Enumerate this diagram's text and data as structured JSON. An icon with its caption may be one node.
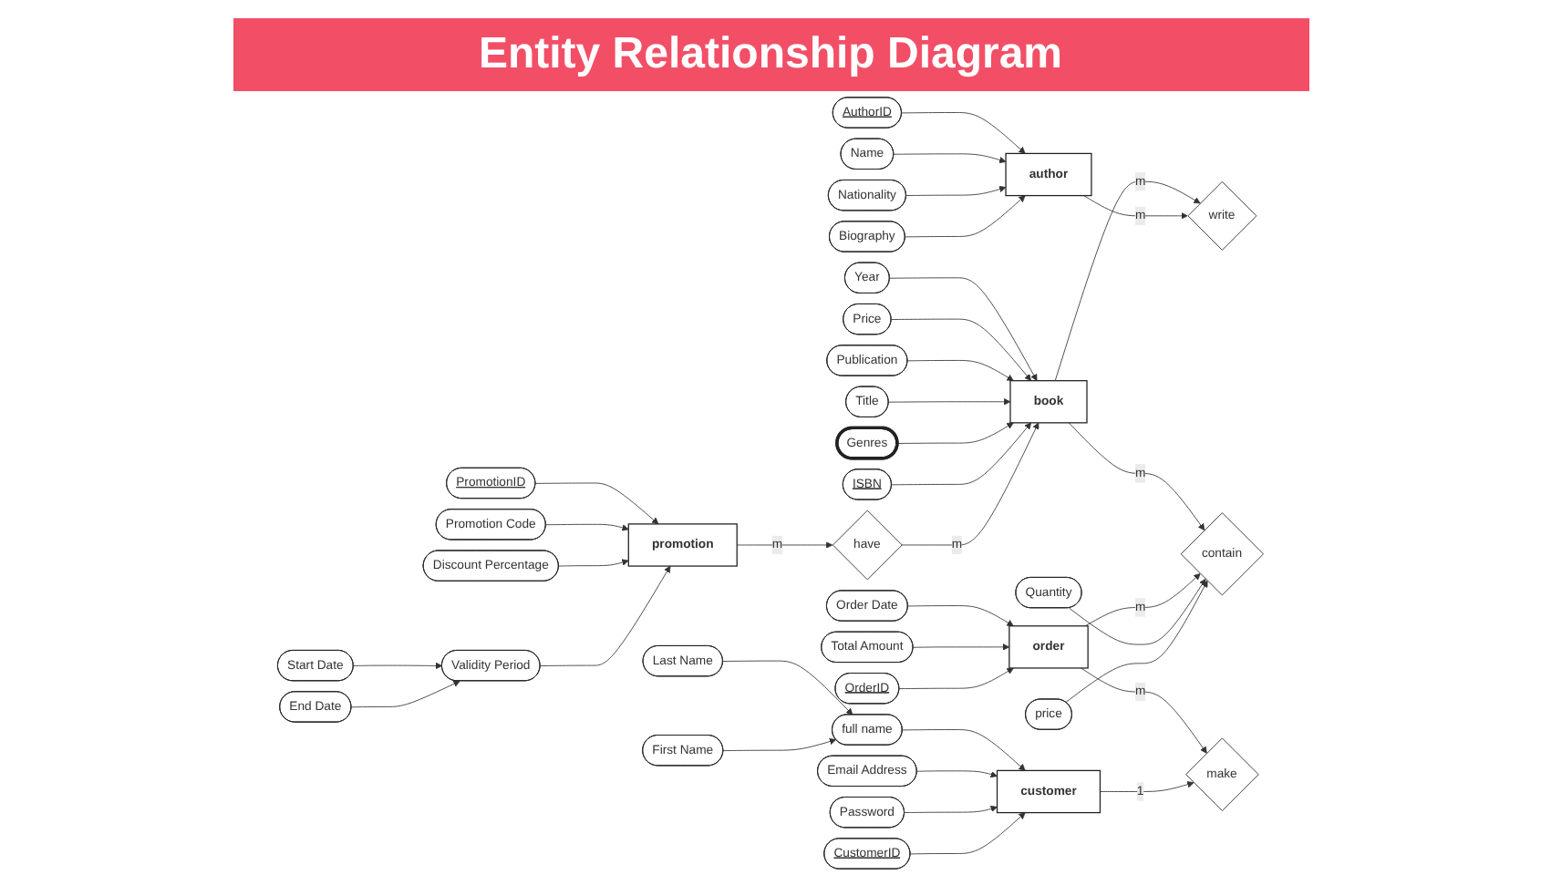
{
  "diagram": {
    "title": "Entity Relationship Diagram",
    "nodes": [
      {
        "text": [
          "Order Date"
        ]
      },
      {
        "text": [
          "Total Amount"
        ]
      },
      {
        "text": [
          "OrderID"
        ]
      },
      {
        "text": [
          "order"
        ]
      },
      {
        "text": [
          "Year"
        ]
      },
      {
        "text": [
          "Price"
        ]
      },
      {
        "text": [
          "Publication"
        ]
      },
      {
        "text": [
          "Title"
        ]
      },
      {
        "text": [
          "Genres"
        ]
      },
      {
        "text": [
          "contain"
        ]
      },
      {
        "text": [
          "make"
        ]
      },
      {
        "text": [
          "CustomerID"
        ]
      },
      {
        "text": [
          "Password"
        ]
      },
      {
        "text": [
          "ISBN"
        ]
      },
      {
        "text": [
          "book"
        ]
      },
      {
        "text": [
          "Email Address"
        ]
      },
      {
        "text": [
          "Quantity"
        ]
      },
      {
        "text": [
          "price"
        ]
      },
      {
        "text": [
          "customer"
        ]
      },
      {
        "text": [
          "full name"
        ]
      },
      {
        "text": [
          "write"
        ]
      },
      {
        "text": [
          "have"
        ]
      },
      {
        "text": [
          "PromotionID"
        ]
      },
      {
        "text": [
          "Promotion Code"
        ]
      },
      {
        "text": [
          "Last Name"
        ]
      },
      {
        "text": [
          "First Name"
        ]
      },
      {
        "text": [
          "Discount Percentage"
        ]
      },
      {
        "text": [
          "promotion"
        ]
      },
      {
        "text": [
          "author"
        ]
      },
      {
        "text": [
          "Biography"
        ]
      },
      {
        "text": [
          "Validity Period"
        ]
      },
      {
        "text": [
          "AuthorID"
        ]
      },
      {
        "text": [
          "Nationality"
        ]
      },
      {
        "text": [
          "Name"
        ]
      },
      {
        "text": [
          "Start Date"
        ]
      },
      {
        "text": [
          "End Date"
        ]
      }
    ],
    "edges": [
      {
        "from": 0,
        "to": 3,
        "arrow": "to"
      },
      {
        "from": 1,
        "to": 3,
        "arrow": "to"
      },
      {
        "from": 2,
        "to": 3,
        "arrow": "to"
      },
      {
        "from": 4,
        "to": 14,
        "arrow": "to"
      },
      {
        "from": 5,
        "to": 14,
        "arrow": "to"
      },
      {
        "from": 6,
        "to": 14,
        "arrow": "to"
      },
      {
        "from": 7,
        "to": 14,
        "arrow": "to"
      },
      {
        "from": 8,
        "to": 14,
        "arrow": "to"
      },
      {
        "from": 13,
        "to": 14,
        "arrow": "to"
      },
      {
        "from": 14,
        "to": 9,
        "arrow": "to",
        "label": "m"
      },
      {
        "from": 3,
        "to": 9,
        "arrow": "to",
        "label": "m"
      },
      {
        "from": 16,
        "to": 9,
        "arrow": "to"
      },
      {
        "from": 17,
        "to": 9,
        "arrow": "to"
      },
      {
        "from": 3,
        "to": 10,
        "arrow": "to",
        "label": "m"
      },
      {
        "from": 18,
        "to": 10,
        "arrow": "to",
        "label": "1"
      },
      {
        "from": 24,
        "to": 19,
        "arrow": "to"
      },
      {
        "from": 25,
        "to": 19,
        "arrow": "to"
      },
      {
        "from": 19,
        "to": 18,
        "arrow": "to"
      },
      {
        "from": 15,
        "to": 18,
        "arrow": "to"
      },
      {
        "from": 12,
        "to": 18,
        "arrow": "to"
      },
      {
        "from": 11,
        "to": 18,
        "arrow": "to"
      },
      {
        "from": 14,
        "to": 20,
        "arrow": "to",
        "label": "m"
      },
      {
        "from": 28,
        "to": 20,
        "arrow": "to",
        "label": "m"
      },
      {
        "from": 27,
        "to": 21,
        "arrow": "to",
        "label": "m"
      },
      {
        "from": 21,
        "to": 14,
        "arrow": "to",
        "label": "m"
      },
      {
        "from": 22,
        "to": 27,
        "arrow": "to"
      },
      {
        "from": 23,
        "to": 27,
        "arrow": "to"
      },
      {
        "from": 26,
        "to": 27,
        "arrow": "to"
      },
      {
        "from": 30,
        "to": 27,
        "arrow": "to"
      },
      {
        "from": 34,
        "to": 30,
        "arrow": "to"
      },
      {
        "from": 35,
        "to": 30,
        "arrow": "to"
      },
      {
        "from": 31,
        "to": 28,
        "arrow": "to"
      },
      {
        "from": 33,
        "to": 28,
        "arrow": "to"
      },
      {
        "from": 32,
        "to": 28,
        "arrow": "to"
      },
      {
        "from": 29,
        "to": 28,
        "arrow": "to"
      }
    ]
  }
}
